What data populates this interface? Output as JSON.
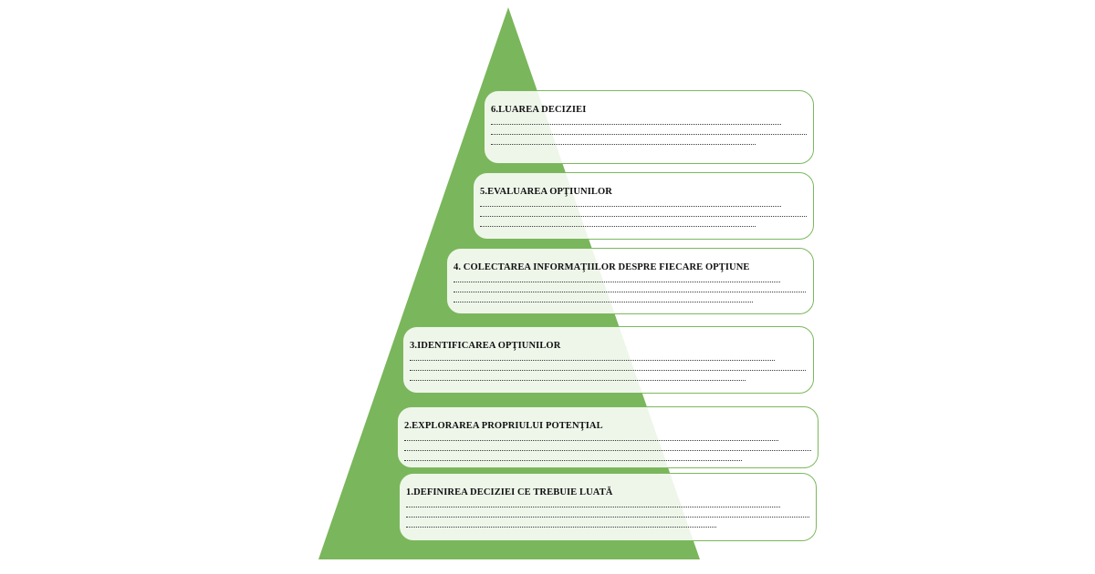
{
  "diagram": {
    "colors": {
      "pyramid_fill": "#7ab65b",
      "box_border": "#7cb85e",
      "box_fill": "#ffffff",
      "text": "#111111"
    },
    "steps": [
      {
        "number": 6,
        "title": "6.LUAREA DECIZIEI"
      },
      {
        "number": 5,
        "title": "5.EVALUAREA OPŢIUNILOR"
      },
      {
        "number": 4,
        "title": "4. COLECTAREA INFORMAŢIILOR  DESPRE FIECARE OPŢIUNE"
      },
      {
        "number": 3,
        "title": "3.IDENTIFICAREA OPŢIUNILOR"
      },
      {
        "number": 2,
        "title": "2.EXPLORAREA PROPRIULUI POTENŢIAL"
      },
      {
        "number": 1,
        "title": "1.DEFINIREA DECIZIEI CE TREBUIE LUATĂ"
      }
    ]
  }
}
